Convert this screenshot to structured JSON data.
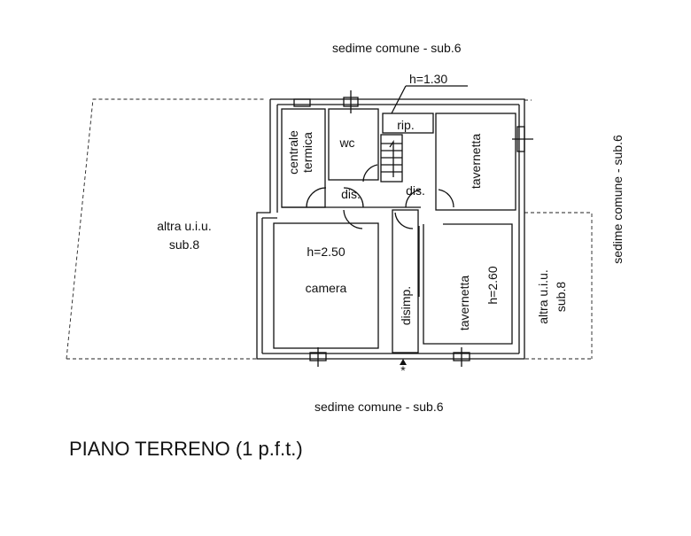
{
  "labels": {
    "top": "sedime comune - sub.6",
    "bottom": "sedime comune - sub.6",
    "right": "sedime comune - sub.6",
    "left_unit": [
      "altra u.i.u.",
      "sub.8"
    ],
    "right_unit": [
      "altra u.i.u.",
      "sub.8"
    ],
    "height_rip": "h=1.30",
    "height_camera": "h=2.50",
    "height_tavernetta": "h=2.60"
  },
  "rooms": {
    "centrale_termica": [
      "centrale",
      "termica"
    ],
    "wc": "wc",
    "rip": "rip.",
    "dis_left": "dis.",
    "dis_right": "dis.",
    "tavernetta_top": "tavernetta",
    "camera": "camera",
    "disimp": "disimp.",
    "tavernetta_bottom": "tavernetta"
  },
  "title": "PIANO TERRENO (1 p.f.t.)"
}
